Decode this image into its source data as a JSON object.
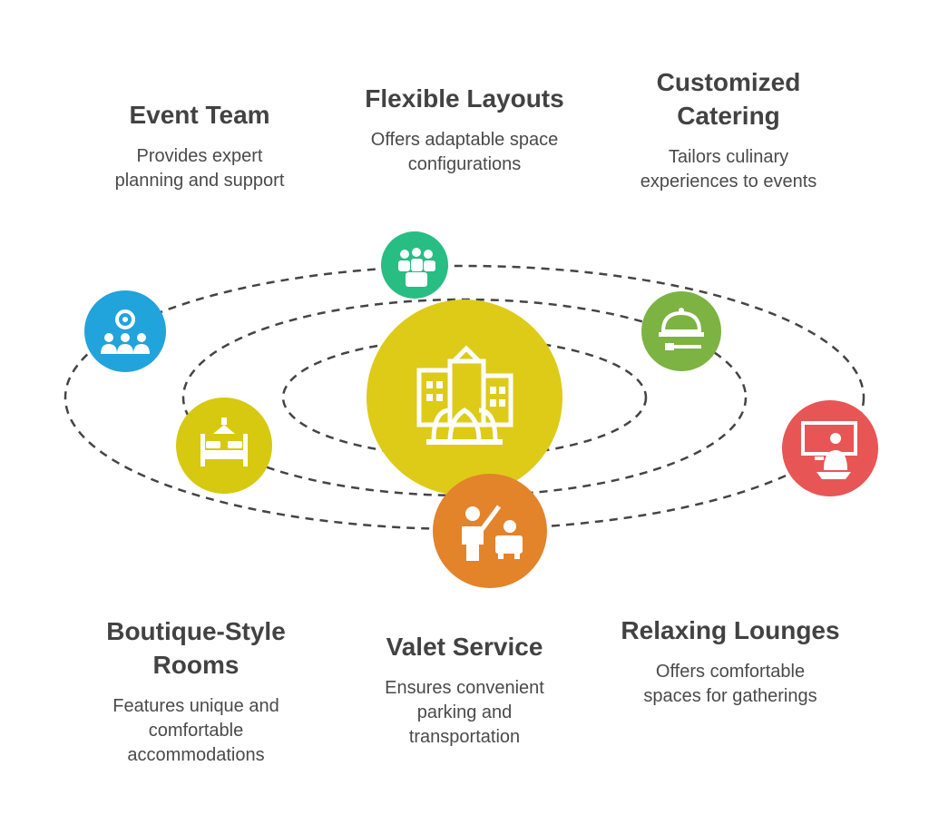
{
  "colors": {
    "center": "#ddcb17",
    "team": "#21a3dc",
    "layouts": "#28bd83",
    "catering": "#7cb342",
    "lounges": "#e85555",
    "rooms": "#d6c90f",
    "valet": "#e3832a",
    "orbit": "#444444"
  },
  "icons": {
    "center": "hotel-buildings-icon",
    "team": "event-team-icon",
    "layouts": "flexible-layouts-icon",
    "catering": "catering-cloche-icon",
    "lounges": "lounge-screen-icon",
    "rooms": "bed-icon",
    "valet": "valet-car-icon"
  },
  "labels": {
    "team": {
      "title": "Event Team",
      "desc": "Provides expert planning and support"
    },
    "layouts": {
      "title": "Flexible Layouts",
      "desc": "Offers adaptable space configurations"
    },
    "catering": {
      "title": "Customized Catering",
      "desc": "Tailors culinary experiences to events"
    },
    "rooms": {
      "title": "Boutique-Style Rooms",
      "desc": "Features unique and comfortable accommodations"
    },
    "valet": {
      "title": "Valet Service",
      "desc": "Ensures convenient parking and transportation"
    },
    "lounges": {
      "title": "Relaxing Lounges",
      "desc": "Offers comfortable spaces for gatherings"
    }
  }
}
